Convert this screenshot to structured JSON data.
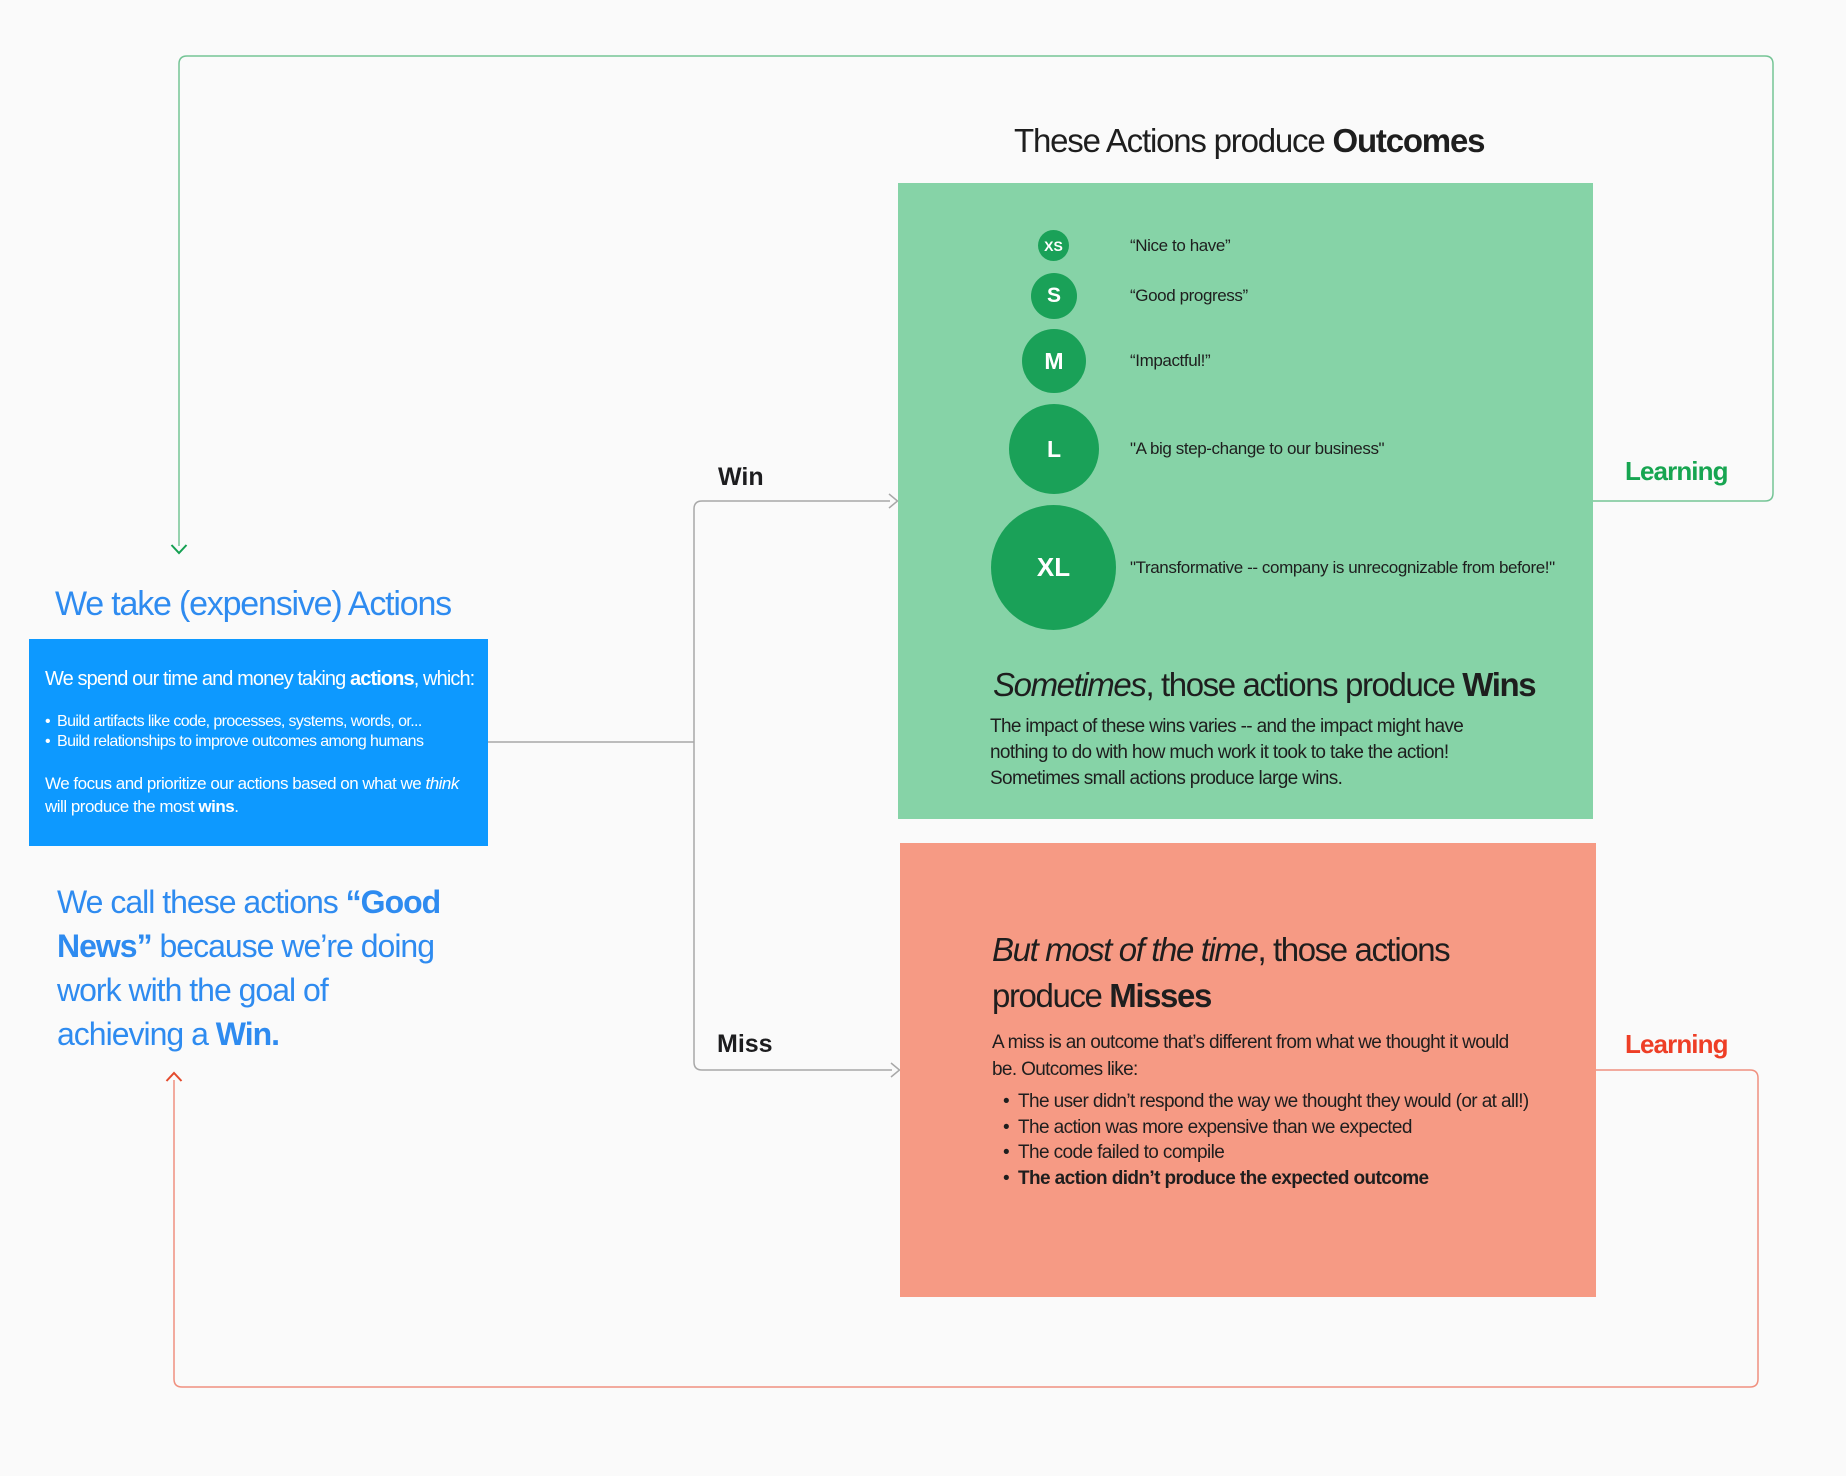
{
  "actions": {
    "title": "We take (expensive) Actions",
    "card": {
      "intro": {
        "pre": "We spend our time and money taking ",
        "bold": "actions",
        "post": ", which:"
      },
      "bullets": [
        "Build artifacts like code, processes, systems, words, or...",
        "Build relationships to improve outcomes among humans"
      ],
      "focus": {
        "line1_pre": "We focus and prioritize our actions based on what we ",
        "line1_italic": "think",
        "line2_pre": "will produce the most ",
        "line2_bold": "wins",
        "line2_post": "."
      }
    },
    "caption": {
      "line1_pre": "We call these actions ",
      "line1_bold": "“Good",
      "line2_bold": "News”",
      "line2_post": " because we’re doing",
      "line3": "work with the goal of",
      "line4_pre": "achieving a ",
      "line4_bold": "Win."
    }
  },
  "branches": {
    "win": "Win",
    "miss": "Miss"
  },
  "outcomes": {
    "title": {
      "pre": "These Actions produce ",
      "bold": "Outcomes"
    },
    "sizes": [
      {
        "size": "XS",
        "quote": "“Nice to have”"
      },
      {
        "size": "S",
        "quote": "“Good progress”"
      },
      {
        "size": "M",
        "quote": "“Impactful!”"
      },
      {
        "size": "L",
        "quote": "\"A big step-change to our business\""
      },
      {
        "size": "XL",
        "quote": "\"Transformative -- company is unrecognizable from before!\""
      }
    ],
    "wins": {
      "heading": {
        "italic": "Sometimes",
        "mid": ", those actions produce ",
        "bold": "Wins"
      },
      "body": [
        "The impact of these wins varies -- and the impact might have",
        "nothing to do with how much work it took to take the action!",
        "Sometimes small actions produce large wins."
      ]
    }
  },
  "misses": {
    "heading": {
      "italic": "But most of the time",
      "line1_post": ", those actions",
      "line2_pre": "produce ",
      "line2_bold": "Misses"
    },
    "body": [
      "A miss is an outcome that’s different from what we thought it would",
      "be. Outcomes like:"
    ],
    "bullets": [
      "The user didn’t respond the way we thought they would (or at all!)",
      "The action was more expensive than we expected",
      "The code failed to compile",
      "The action didn’t produce the expected outcome"
    ]
  },
  "learning": {
    "win_label": "Learning",
    "miss_label": "Learning"
  },
  "colors": {
    "background": "#fafafa",
    "blue_text": "#2e8bf0",
    "blue_card": "#0d99ff",
    "green_box": "#86d3a7",
    "green_circle": "#1aa158",
    "green_line": "#74c495",
    "green_accent": "#17a551",
    "red_box": "#f69a84",
    "red_line": "#f0907f",
    "red_accent": "#ee3e26",
    "gray_line": "#a8a8a8"
  }
}
